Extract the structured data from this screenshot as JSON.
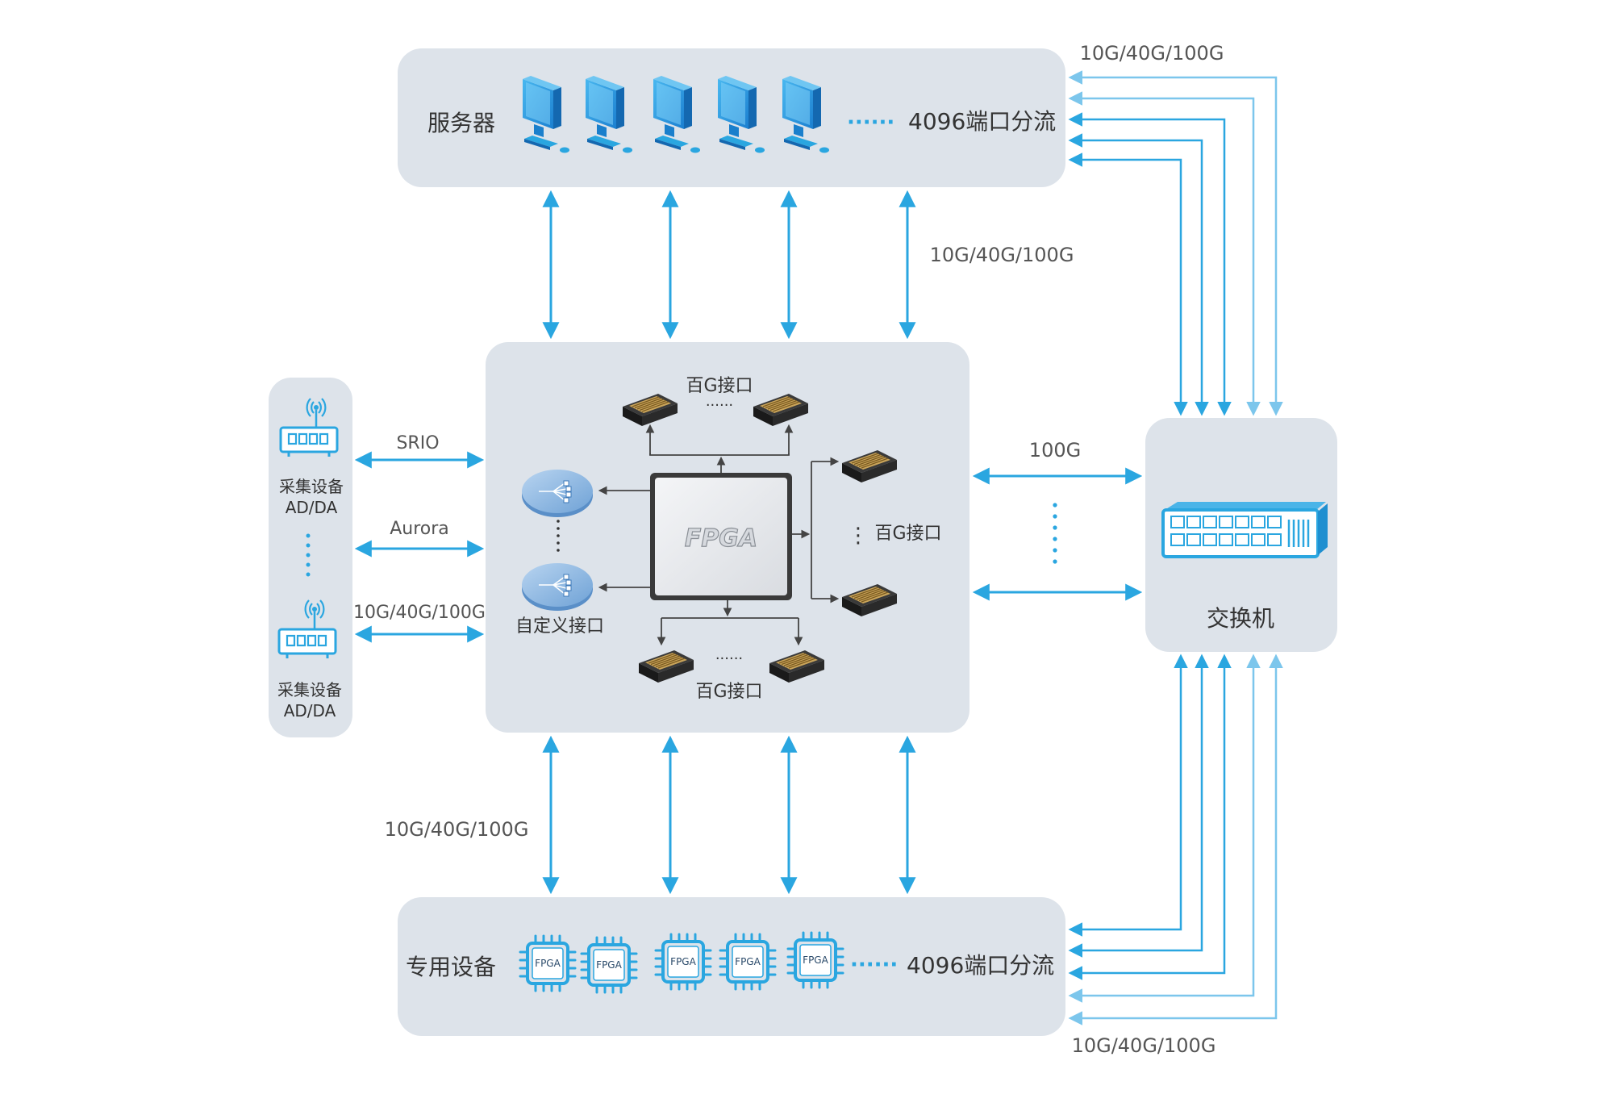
{
  "colors": {
    "panel": "#dde3ea",
    "arrow": "#2aa6e0",
    "arrow_light": "#7cc6ec",
    "icon_blue": "#2aa6e0",
    "dark_link": "#444444"
  },
  "servers": {
    "label": "服务器",
    "dots": "······",
    "split_label": "4096端口分流",
    "icon_name": "monitor-icon"
  },
  "dedicated": {
    "label": "专用设备",
    "dots": "······",
    "split_label": "4096端口分流",
    "chip_text": "FPGA",
    "icon_name": "fpga-chip-icon"
  },
  "acquisition": {
    "label_top_1": "采集设备",
    "label_top_2": "AD/DA",
    "label_bottom_1": "采集设备",
    "label_bottom_2": "AD/DA",
    "icon_name": "router-icon"
  },
  "switch": {
    "label": "交换机",
    "icon_name": "switch-icon"
  },
  "center": {
    "fpga_text": "FPGA",
    "top_ports_label": "百G接口",
    "right_ports_label": "百G接口",
    "bottom_ports_label": "百G接口",
    "custom_label": "自定义接口",
    "dots_h": "······",
    "dots_v": "⋮"
  },
  "links": {
    "server_center": "10G/40G/100G",
    "center_dedicated": "10G/40G/100G",
    "switch_server": "10G/40G/100G",
    "switch_dedicated": "10G/40G/100G",
    "center_switch": "100G",
    "srio": "SRIO",
    "aurora": "Aurora",
    "acq_third": "10G/40G/100G"
  }
}
